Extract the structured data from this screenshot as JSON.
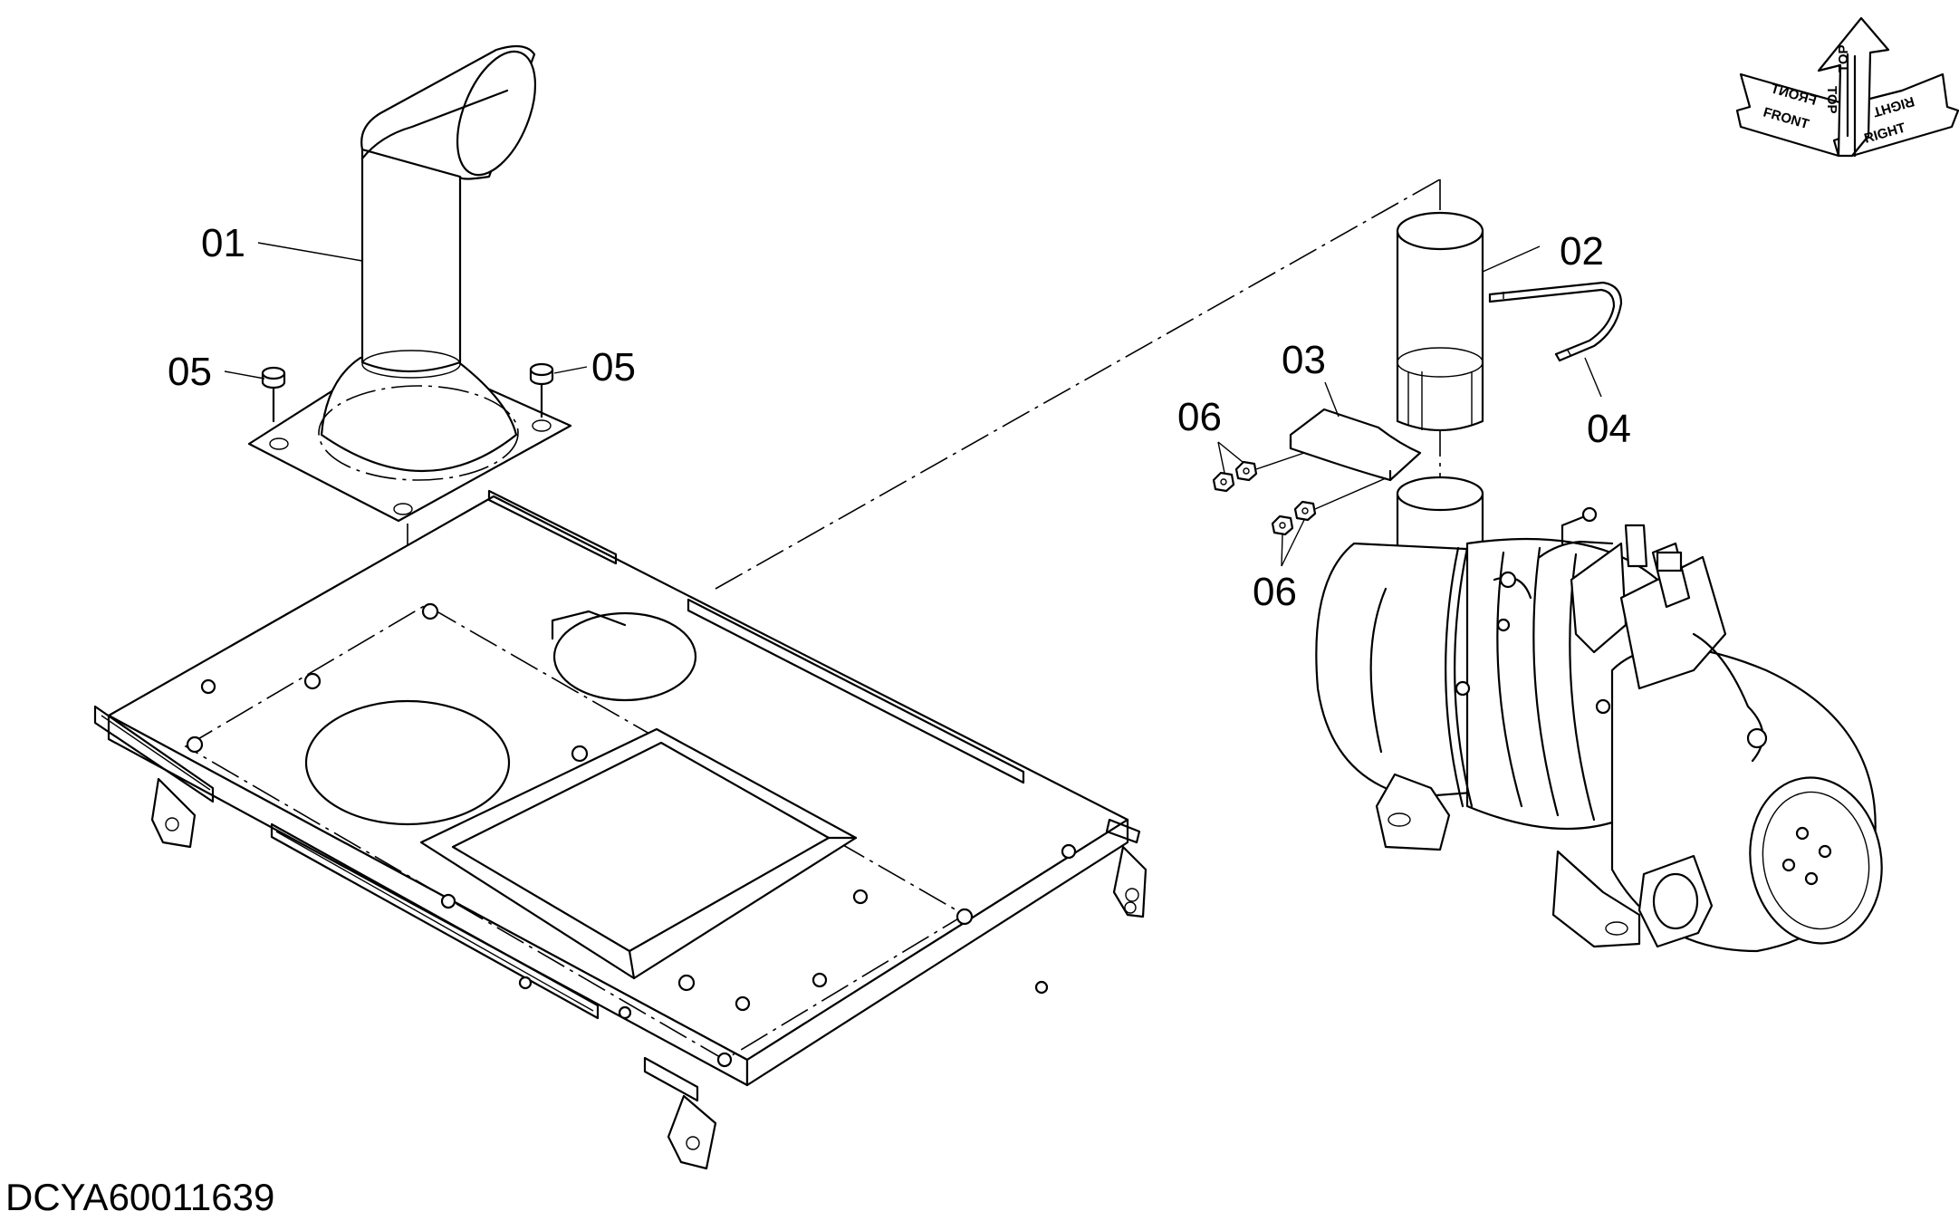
{
  "drawing_id": "DCYA60011639",
  "callouts": [
    {
      "label": "01",
      "part": "exhaust-stack"
    },
    {
      "label": "02",
      "part": "exhaust-pipe"
    },
    {
      "label": "03",
      "part": "bracket-plate"
    },
    {
      "label": "04",
      "part": "u-bolt"
    },
    {
      "label": "05",
      "part": "bolt"
    },
    {
      "label": "06",
      "part": "nut"
    }
  ],
  "orientation": {
    "front": "FRONT",
    "top": "TOP",
    "right": "RIGHT",
    "icon": "orientation-cube-icon"
  }
}
